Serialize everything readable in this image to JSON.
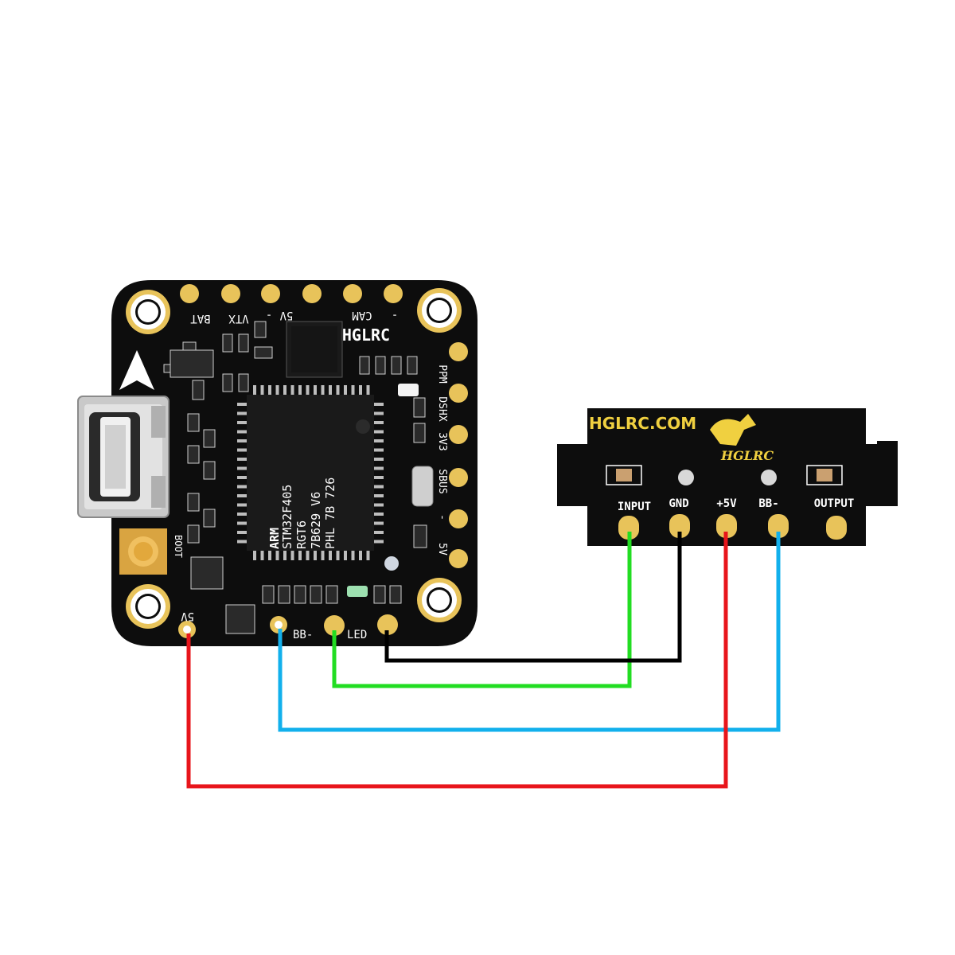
{
  "colors": {
    "board": "#0d0d0d",
    "pad_gold": "#e8c35a",
    "silkscreen": "#ffffff",
    "brand_gold": "#f0d040",
    "wire_input": "#22dd22",
    "wire_gnd": "#000000",
    "wire_5v": "#e8151b",
    "wire_bb": "#12b0ec"
  },
  "flight_controller": {
    "brand": "HGLRC",
    "mcu_text": [
      "STM32F405",
      "RGT6",
      "7B629 V6",
      "PHL 7B 726"
    ],
    "mcu_logo": "ARM",
    "top_labels": [
      "BAT",
      "VTX",
      "5V",
      "-",
      "CAM",
      "-"
    ],
    "right_labels": [
      "PPM",
      "DSHX",
      "3V3",
      "SBUS",
      "-",
      "5V"
    ],
    "bottom_labels": [
      "5V",
      "BB-",
      "LED"
    ],
    "boot_label": "BOOT"
  },
  "buzzer_board": {
    "website": "HGLRC.COM",
    "logo_text": "HGLRC",
    "pad_labels": [
      "INPUT",
      "GND",
      "+5V",
      "BB-",
      "OUTPUT"
    ]
  },
  "wires": [
    {
      "name": "green",
      "from": "LED",
      "to": "INPUT"
    },
    {
      "name": "black",
      "from": "-",
      "to": "GND"
    },
    {
      "name": "red",
      "from": "5V",
      "to": "+5V"
    },
    {
      "name": "blue",
      "from": "BB-",
      "to": "BB-"
    }
  ]
}
